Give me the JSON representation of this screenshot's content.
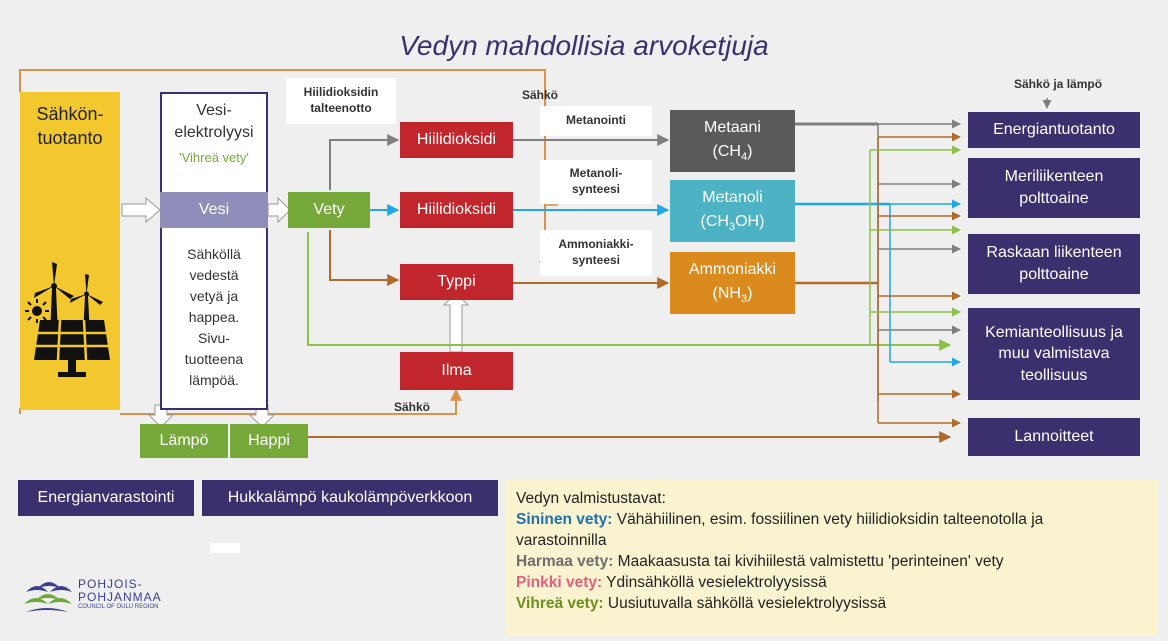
{
  "title": "Vedyn mahdollisia arvoketjuja",
  "colors": {
    "yellow": "#f2c82e",
    "green": "#77a93a",
    "red": "#c0262c",
    "purple": "#3b2f6e",
    "grey": "#5a5a5a",
    "teal": "#4db3c4",
    "orange": "#db8a1e",
    "arrow_grey": "#7f7f7f",
    "arrow_blue": "#1fa8e6",
    "arrow_brown": "#b06a2a",
    "arrow_green": "#8dc24a",
    "arrow_orange": "#d8924a"
  },
  "left": {
    "production": "Sähkön-\ntuotanto",
    "electrolysis_title": "Vesi-\nelektrolyysi",
    "green_h2": "'Vihreä vety'",
    "vesi": "Vesi",
    "description": "Sähköllä\nvedestä\nvetyä ja\nhappea.\nSivu-\ntuotteena\nlämpöä.",
    "lampo": "Lämpö",
    "happi": "Happi",
    "vety": "Vety"
  },
  "middle": {
    "co2_a": "Hiilidioksidi",
    "co2_b": "Hiilidioksidi",
    "typpi": "Typpi",
    "ilma": "Ilma",
    "capture_label": "Hiilidioksidin\ntalteenotto",
    "sahko_top": "Sähkö",
    "sahko_bottom": "Sähkö",
    "metanointi": "Metanointi",
    "metanolisynteesi": "Metanoli-\nsynteesi",
    "ammoniakkisynteesi": "Ammoniakki-\nsynteesi"
  },
  "products": {
    "metaani": "Metaani",
    "metaani_formula": "CH",
    "metaani_sub": "4",
    "metanoli": "Metanoli",
    "metanoli_formula_a": "CH",
    "metanoli_sub": "3",
    "metanoli_formula_b": "OH",
    "ammoniakki": "Ammoniakki",
    "ammoniakki_formula": "NH",
    "ammoniakki_sub": "3"
  },
  "uses": {
    "header": "Sähkö ja lämpö",
    "items": [
      "Energiantuotanto",
      "Meriliikenteen\npolttoaine",
      "Raskaan liikenteen\npolttoaine",
      "Kemianteollisuus ja\nmuu valmistava\nteollisuus",
      "Lannoitteet"
    ]
  },
  "bottom": {
    "storage": "Energianvarastointi",
    "waste_heat": "Hukkalämpö kaukolämpöverkkoon"
  },
  "legend": {
    "heading": "Vedyn valmistustavat:",
    "blue_key": "Sininen vety:",
    "blue_text": " Vähähiilinen, esim. fossiilinen vety hiilidioksidin talteenotolla ja",
    "blue_text2": "varastoinnilla",
    "grey_key": "Harmaa vety:",
    "grey_text": " Maakaasusta tai kivihiilestä valmistettu 'perinteinen' vety",
    "pink_key": "Pinkki vety:",
    "pink_text": " Ydinsähköllä vesielektrolyysissä",
    "green_key": "Vihreä vety:",
    "green_text": " Uusiutuvalla sähköllä vesielektrolyysissä",
    "blue_color": "#1f6fb2",
    "grey_color": "#6e6e6e",
    "pink_color": "#e0607e",
    "green_color": "#6a8f1f"
  },
  "logo": {
    "line1": "POHJOIS-",
    "line2": "POHJANMAA",
    "line3": "COUNCIL OF OULU REGION"
  }
}
